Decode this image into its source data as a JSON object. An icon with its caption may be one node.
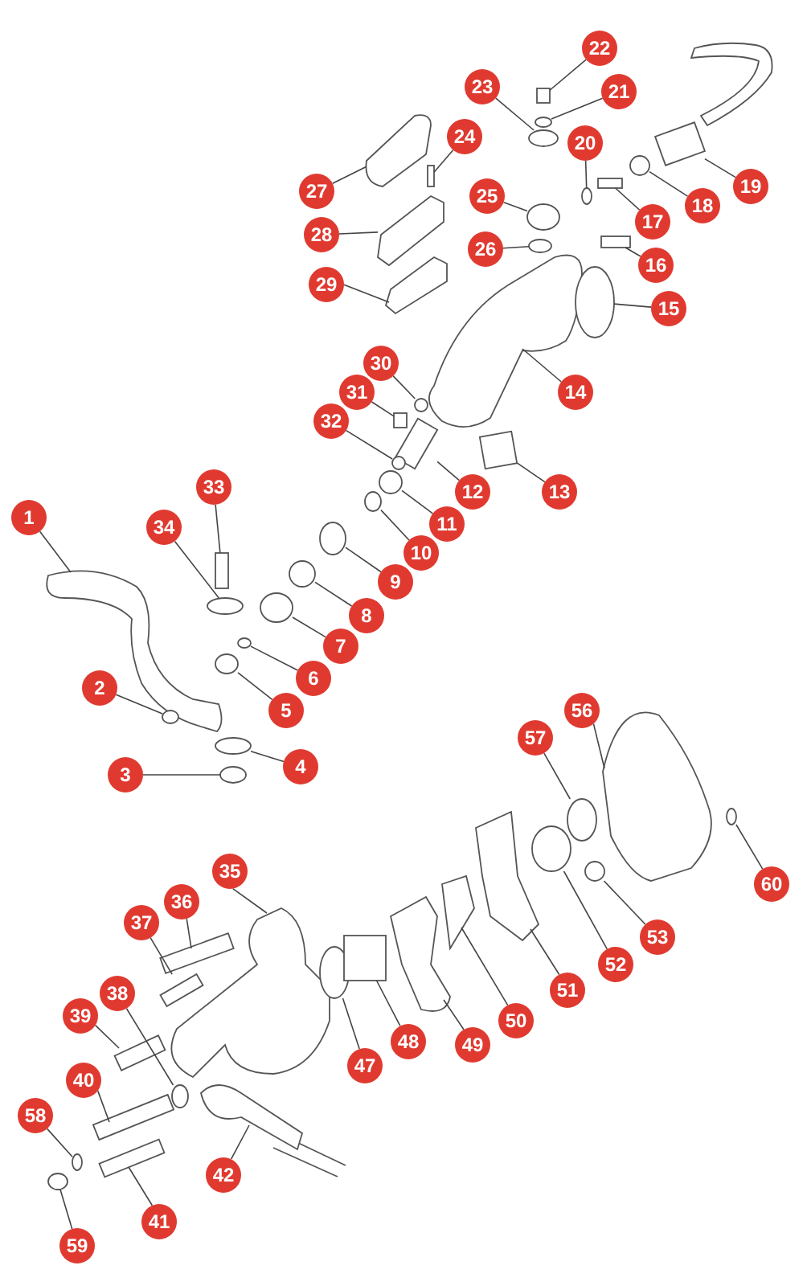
{
  "diagram": {
    "nodes": [
      {
        "text": [
          "1"
        ]
      },
      {
        "text": [
          "2"
        ]
      },
      {
        "text": [
          "3"
        ]
      },
      {
        "text": [
          "4"
        ]
      },
      {
        "text": [
          "5"
        ]
      },
      {
        "text": [
          "6"
        ]
      },
      {
        "text": [
          "7"
        ]
      },
      {
        "text": [
          "8"
        ]
      },
      {
        "text": [
          "9"
        ]
      },
      {
        "text": [
          "10"
        ]
      },
      {
        "text": [
          "11"
        ]
      },
      {
        "text": [
          "12"
        ]
      },
      {
        "text": [
          "13"
        ]
      },
      {
        "text": [
          "14"
        ]
      },
      {
        "text": [
          "15"
        ]
      },
      {
        "text": [
          "16"
        ]
      },
      {
        "text": [
          "17"
        ]
      },
      {
        "text": [
          "18"
        ]
      },
      {
        "text": [
          "19"
        ]
      },
      {
        "text": [
          "20"
        ]
      },
      {
        "text": [
          "21"
        ]
      },
      {
        "text": [
          "22"
        ]
      },
      {
        "text": [
          "23"
        ]
      },
      {
        "text": [
          "24"
        ]
      },
      {
        "text": [
          "25"
        ]
      },
      {
        "text": [
          "26"
        ]
      },
      {
        "text": [
          "27"
        ]
      },
      {
        "text": [
          "28"
        ]
      },
      {
        "text": [
          "29"
        ]
      },
      {
        "text": [
          "30"
        ]
      },
      {
        "text": [
          "31"
        ]
      },
      {
        "text": [
          "32"
        ]
      },
      {
        "text": [
          "33"
        ]
      },
      {
        "text": [
          "34"
        ]
      },
      {
        "text": [
          "35"
        ]
      },
      {
        "text": [
          "36"
        ]
      },
      {
        "text": [
          "37"
        ]
      },
      {
        "text": [
          "38"
        ]
      },
      {
        "text": [
          "39"
        ]
      },
      {
        "text": [
          "40"
        ]
      },
      {
        "text": [
          "41"
        ]
      },
      {
        "text": [
          "42"
        ]
      },
      {
        "text": [
          "47"
        ]
      },
      {
        "text": [
          "48"
        ]
      },
      {
        "text": [
          "49"
        ]
      },
      {
        "text": [
          "50"
        ]
      },
      {
        "text": [
          "51"
        ]
      },
      {
        "text": [
          "52"
        ]
      },
      {
        "text": [
          "53"
        ]
      },
      {
        "text": [
          "56"
        ]
      },
      {
        "text": [
          "57"
        ]
      },
      {
        "text": [
          "58"
        ]
      },
      {
        "text": [
          "59"
        ]
      },
      {
        "text": [
          "60"
        ]
      },
      {
        "text": [],
        "shape": "picture"
      },
      {
        "text": [],
        "shape": "circle"
      },
      {
        "text": [],
        "shape": "circle"
      },
      {
        "text": [],
        "shape": "circle"
      },
      {
        "text": [],
        "shape": "circle"
      },
      {
        "text": [],
        "shape": "circle"
      },
      {
        "text": [],
        "shape": "circle"
      },
      {
        "text": [],
        "shape": "circle"
      },
      {
        "text": [],
        "shape": "circle"
      },
      {
        "text": [],
        "shape": "circle"
      },
      {
        "text": [],
        "shape": "circle"
      },
      {
        "text": [],
        "shape": "box"
      },
      {
        "text": [],
        "shape": "box"
      },
      {
        "text": [],
        "shape": "picture"
      },
      {
        "text": [],
        "shape": "circle"
      },
      {
        "text": [],
        "shape": "box"
      },
      {
        "text": [],
        "shape": "box"
      },
      {
        "text": [],
        "shape": "circle"
      },
      {
        "text": [],
        "shape": "box"
      },
      {
        "text": [],
        "shape": "circle"
      },
      {
        "text": [],
        "shape": "circle"
      },
      {
        "text": [],
        "shape": "box"
      },
      {
        "text": [],
        "shape": "circle"
      },
      {
        "text": [],
        "shape": "box"
      },
      {
        "text": [],
        "shape": "circle"
      },
      {
        "text": [],
        "shape": "circle"
      },
      {
        "text": [],
        "shape": "picture"
      },
      {
        "text": [],
        "shape": "picture"
      },
      {
        "text": [],
        "shape": "picture"
      },
      {
        "text": [],
        "shape": "circle"
      },
      {
        "text": [],
        "shape": "box"
      },
      {
        "text": [],
        "shape": "circle"
      },
      {
        "text": [],
        "shape": "box"
      },
      {
        "text": [],
        "shape": "circle"
      },
      {
        "text": [],
        "shape": "picture"
      },
      {
        "text": [],
        "shape": "box"
      },
      {
        "text": [],
        "shape": "box"
      },
      {
        "text": [],
        "shape": "circle"
      },
      {
        "text": [],
        "shape": "box"
      },
      {
        "text": [],
        "shape": "box"
      },
      {
        "text": [],
        "shape": "box"
      },
      {
        "text": [],
        "shape": "picture"
      },
      {
        "text": [],
        "shape": "circle"
      },
      {
        "text": [],
        "shape": "box"
      },
      {
        "text": [],
        "shape": "picture"
      },
      {
        "text": [],
        "shape": "picture"
      },
      {
        "text": [],
        "shape": "picture"
      },
      {
        "text": [],
        "shape": "circle"
      },
      {
        "text": [],
        "shape": "circle"
      },
      {
        "text": [],
        "shape": "picture"
      },
      {
        "text": [],
        "shape": "circle"
      },
      {
        "text": [],
        "shape": "circle"
      },
      {
        "text": [],
        "shape": "circle"
      },
      {
        "text": [],
        "shape": "circle"
      }
    ],
    "edges": [
      {
        "from": 0,
        "to": 54,
        "arrow": "none"
      },
      {
        "from": 1,
        "to": 55,
        "arrow": "none"
      },
      {
        "from": 2,
        "to": 56,
        "arrow": "none"
      },
      {
        "from": 3,
        "to": 57,
        "arrow": "none"
      },
      {
        "from": 4,
        "to": 58,
        "arrow": "none"
      },
      {
        "from": 5,
        "to": 59,
        "arrow": "none"
      },
      {
        "from": 6,
        "to": 60,
        "arrow": "none"
      },
      {
        "from": 7,
        "to": 61,
        "arrow": "none"
      },
      {
        "from": 8,
        "to": 62,
        "arrow": "none"
      },
      {
        "from": 9,
        "to": 63,
        "arrow": "none"
      },
      {
        "from": 10,
        "to": 64,
        "arrow": "none"
      },
      {
        "from": 11,
        "to": 65,
        "arrow": "none"
      },
      {
        "from": 12,
        "to": 66,
        "arrow": "none"
      },
      {
        "from": 13,
        "to": 67,
        "arrow": "none"
      },
      {
        "from": 14,
        "to": 68,
        "arrow": "none"
      },
      {
        "from": 15,
        "to": 69,
        "arrow": "none"
      },
      {
        "from": 16,
        "to": 70,
        "arrow": "none"
      },
      {
        "from": 17,
        "to": 71,
        "arrow": "none"
      },
      {
        "from": 18,
        "to": 72,
        "arrow": "none"
      },
      {
        "from": 19,
        "to": 73,
        "arrow": "none"
      },
      {
        "from": 20,
        "to": 74,
        "arrow": "none"
      },
      {
        "from": 21,
        "to": 75,
        "arrow": "none"
      },
      {
        "from": 22,
        "to": 76,
        "arrow": "none"
      },
      {
        "from": 23,
        "to": 77,
        "arrow": "none"
      },
      {
        "from": 24,
        "to": 78,
        "arrow": "none"
      },
      {
        "from": 25,
        "to": 79,
        "arrow": "none"
      },
      {
        "from": 26,
        "to": 80,
        "arrow": "none"
      },
      {
        "from": 27,
        "to": 81,
        "arrow": "none"
      },
      {
        "from": 28,
        "to": 82,
        "arrow": "none"
      },
      {
        "from": 29,
        "to": 83,
        "arrow": "none"
      },
      {
        "from": 30,
        "to": 84,
        "arrow": "none"
      },
      {
        "from": 31,
        "to": 85,
        "arrow": "none"
      },
      {
        "from": 32,
        "to": 86,
        "arrow": "none"
      },
      {
        "from": 33,
        "to": 87,
        "arrow": "none"
      },
      {
        "from": 34,
        "to": 88,
        "arrow": "none"
      },
      {
        "from": 35,
        "to": 89,
        "arrow": "none"
      },
      {
        "from": 36,
        "to": 90,
        "arrow": "none"
      },
      {
        "from": 37,
        "to": 91,
        "arrow": "none"
      },
      {
        "from": 38,
        "to": 92,
        "arrow": "none"
      },
      {
        "from": 39,
        "to": 93,
        "arrow": "none"
      },
      {
        "from": 40,
        "to": 94,
        "arrow": "none"
      },
      {
        "from": 41,
        "to": 95,
        "arrow": "none"
      },
      {
        "from": 42,
        "to": 96,
        "arrow": "none"
      },
      {
        "from": 43,
        "to": 97,
        "arrow": "none"
      },
      {
        "from": 44,
        "to": 98,
        "arrow": "none"
      },
      {
        "from": 45,
        "to": 99,
        "arrow": "none"
      },
      {
        "from": 46,
        "to": 100,
        "arrow": "none"
      },
      {
        "from": 47,
        "to": 101,
        "arrow": "none"
      },
      {
        "from": 48,
        "to": 102,
        "arrow": "none"
      },
      {
        "from": 49,
        "to": 103,
        "arrow": "none"
      },
      {
        "from": 50,
        "to": 104,
        "arrow": "none"
      },
      {
        "from": 51,
        "to": 105,
        "arrow": "none"
      },
      {
        "from": 52,
        "to": 106,
        "arrow": "none"
      },
      {
        "from": 53,
        "to": 107,
        "arrow": "none"
      }
    ]
  }
}
